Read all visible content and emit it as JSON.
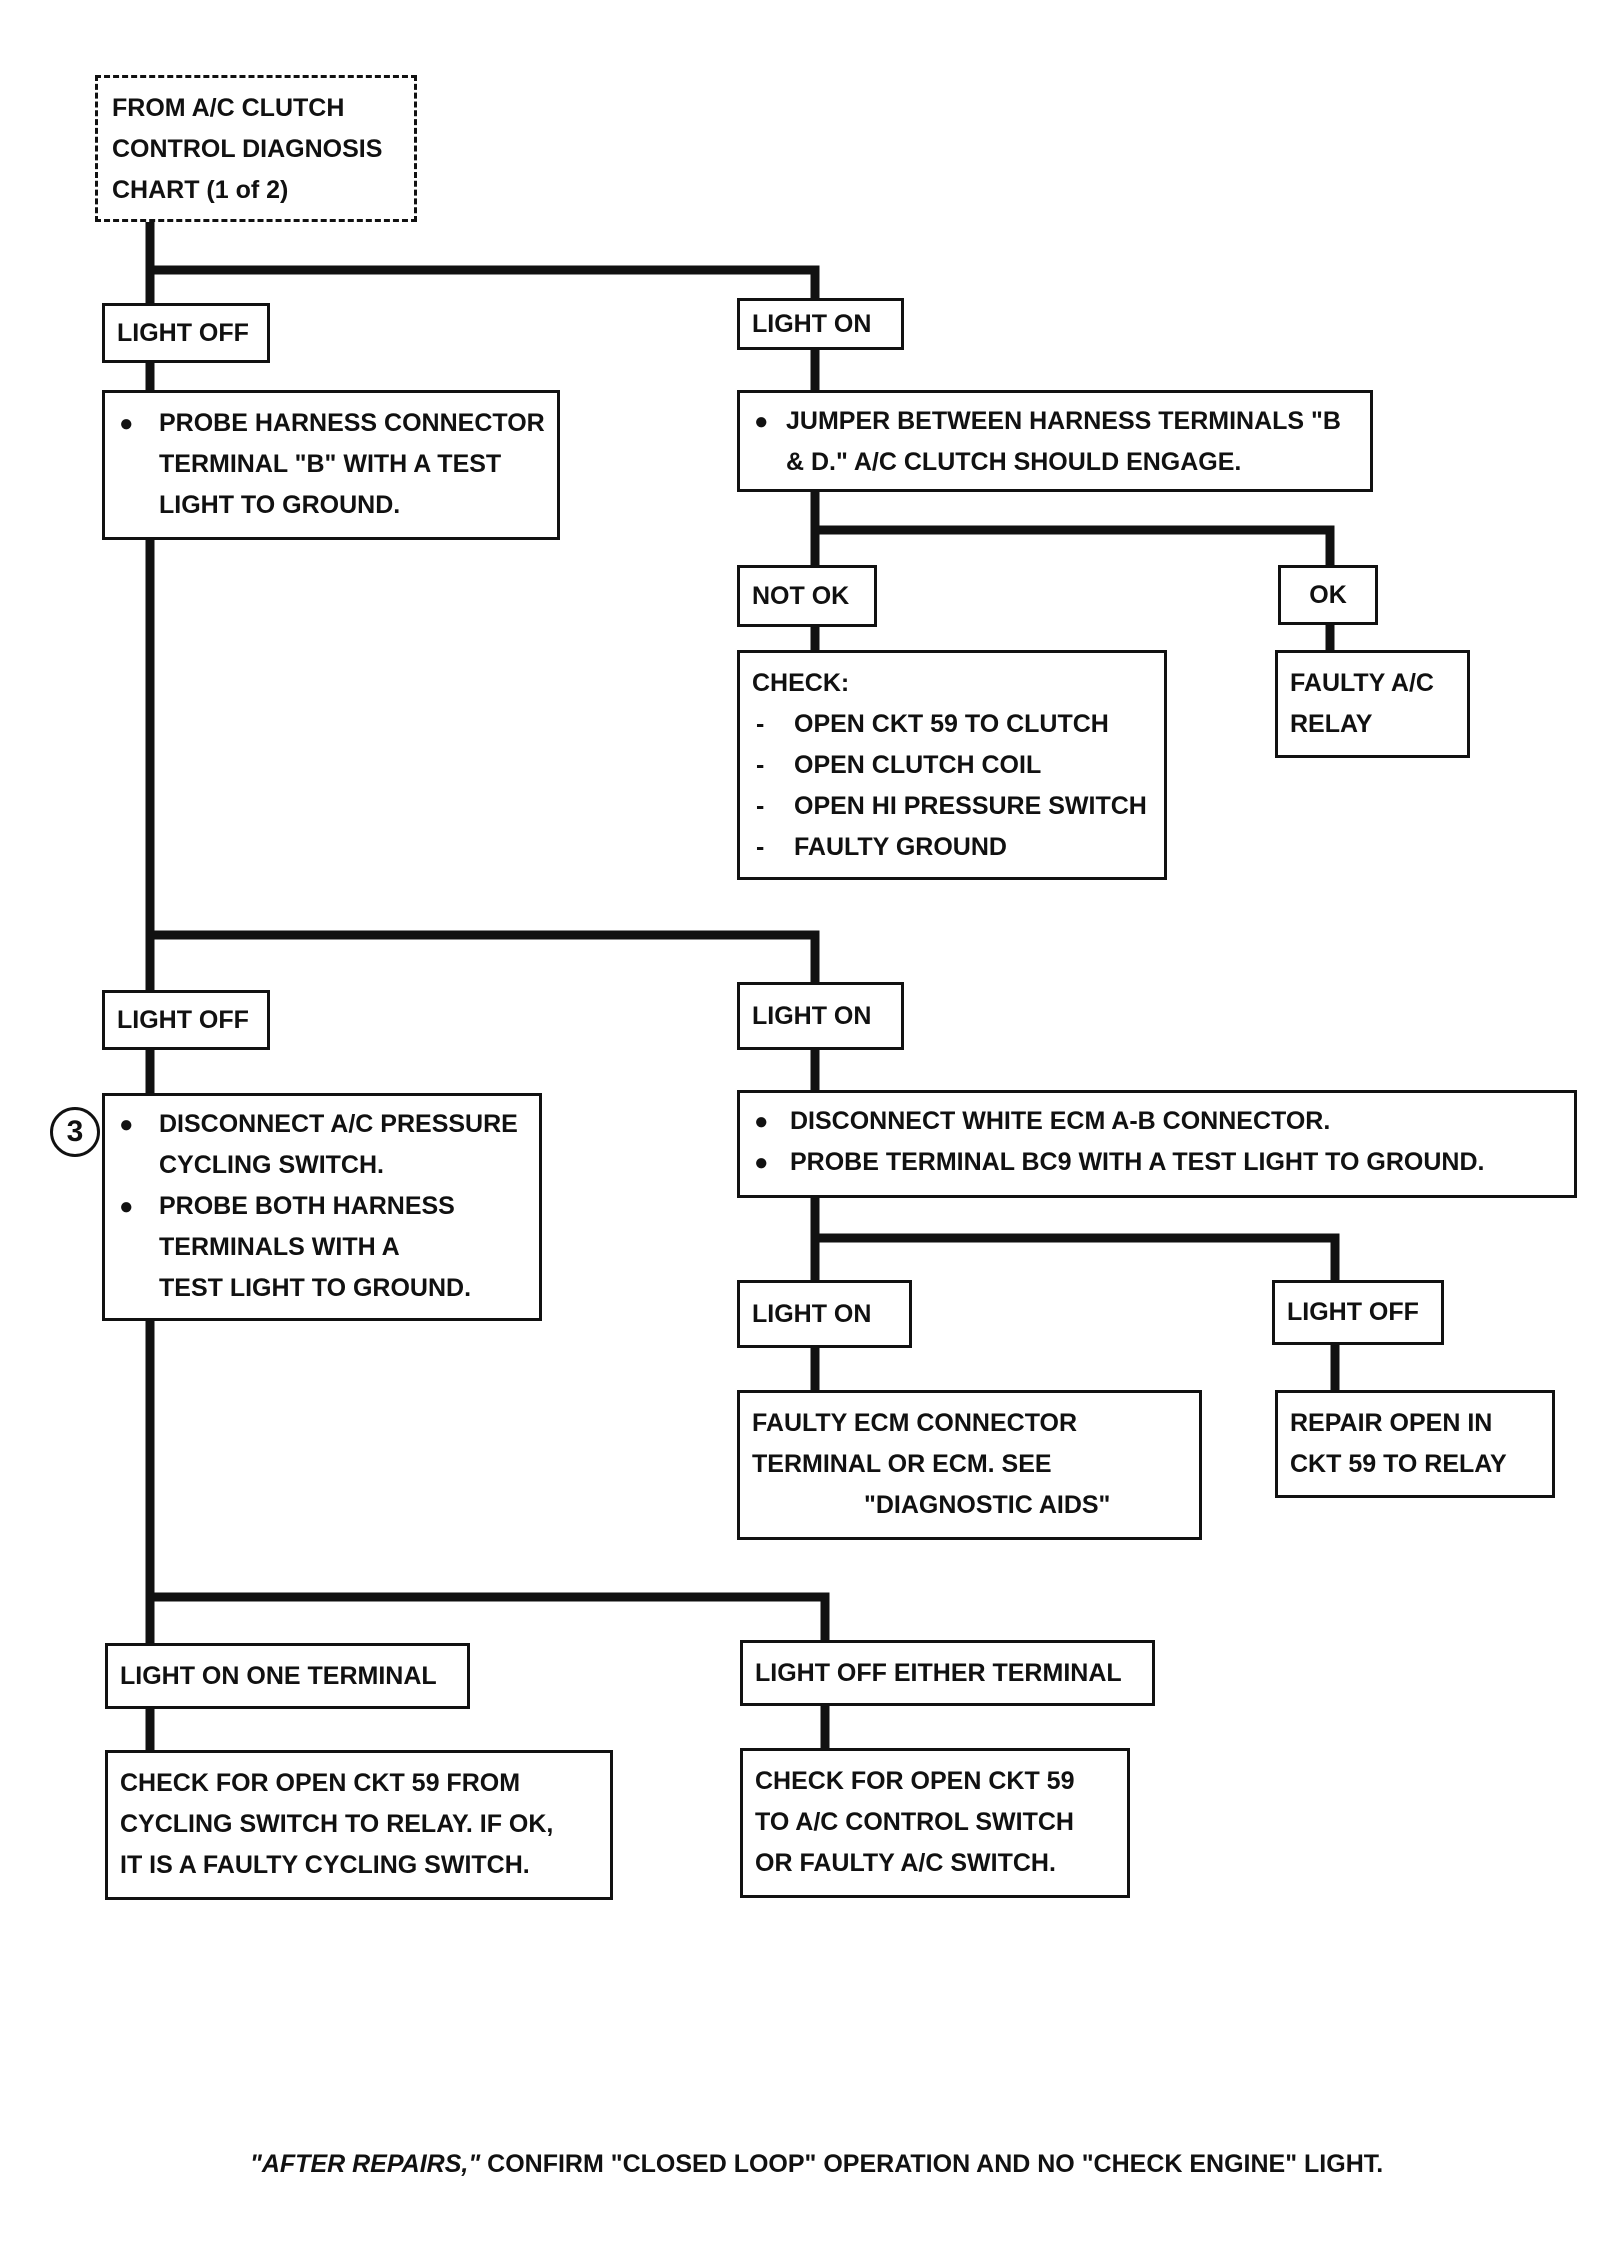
{
  "start": {
    "lines": [
      "FROM A/C CLUTCH",
      "CONTROL DIAGNOSIS",
      "CHART (1 of 2)"
    ]
  },
  "step1": {
    "left_label": "LIGHT OFF",
    "left_action": "PROBE HARNESS CONNECTOR",
    "left_action_lines": [
      "TERMINAL \"B\" WITH A TEST",
      "LIGHT TO GROUND."
    ],
    "right_label": "LIGHT ON",
    "right_action": "JUMPER BETWEEN HARNESS TERMINALS \"B",
    "right_action_line2": "& D.\" A/C CLUTCH SHOULD ENGAGE.",
    "not_ok_label": "NOT OK",
    "check_heading": "CHECK:",
    "check_items": [
      "OPEN CKT 59 TO CLUTCH",
      "OPEN CLUTCH COIL",
      "OPEN HI PRESSURE SWITCH",
      "FAULTY GROUND"
    ],
    "ok_label": "OK",
    "ok_result": [
      "FAULTY A/C",
      "RELAY"
    ]
  },
  "step2": {
    "left_label": "LIGHT OFF",
    "step_marker": "3",
    "left_actions": [
      {
        "lines": [
          "DISCONNECT A/C PRESSURE",
          "CYCLING SWITCH."
        ]
      },
      {
        "lines": [
          "PROBE  BOTH HARNESS",
          "TERMINALS WITH A",
          "TEST LIGHT TO GROUND."
        ]
      }
    ],
    "right_label": "LIGHT ON",
    "right_actions": [
      "DISCONNECT WHITE ECM A-B CONNECTOR.",
      "PROBE TERMINAL BC9 WITH A TEST LIGHT TO GROUND."
    ],
    "sub_on_label": "LIGHT ON",
    "sub_on_result": [
      "FAULTY ECM CONNECTOR",
      "TERMINAL OR ECM.  SEE",
      "\"DIAGNOSTIC AIDS\""
    ],
    "sub_off_label": "LIGHT OFF",
    "sub_off_result": [
      "REPAIR OPEN IN",
      "CKT 59 TO RELAY"
    ]
  },
  "step3": {
    "left_label": "LIGHT ON ONE TERMINAL",
    "left_result": [
      "CHECK FOR OPEN CKT 59 FROM",
      "CYCLING SWITCH TO RELAY.  IF OK,",
      "IT IS A FAULTY CYCLING SWITCH."
    ],
    "right_label": "LIGHT OFF EITHER TERMINAL",
    "right_result": [
      "CHECK FOR OPEN CKT 59",
      "TO A/C CONTROL SWITCH",
      "OR FAULTY A/C SWITCH."
    ]
  },
  "footnote": {
    "emphasis": "\"AFTER REPAIRS,\"",
    "text": " CONFIRM \"CLOSED LOOP\" OPERATION AND NO \"CHECK ENGINE\" LIGHT."
  }
}
